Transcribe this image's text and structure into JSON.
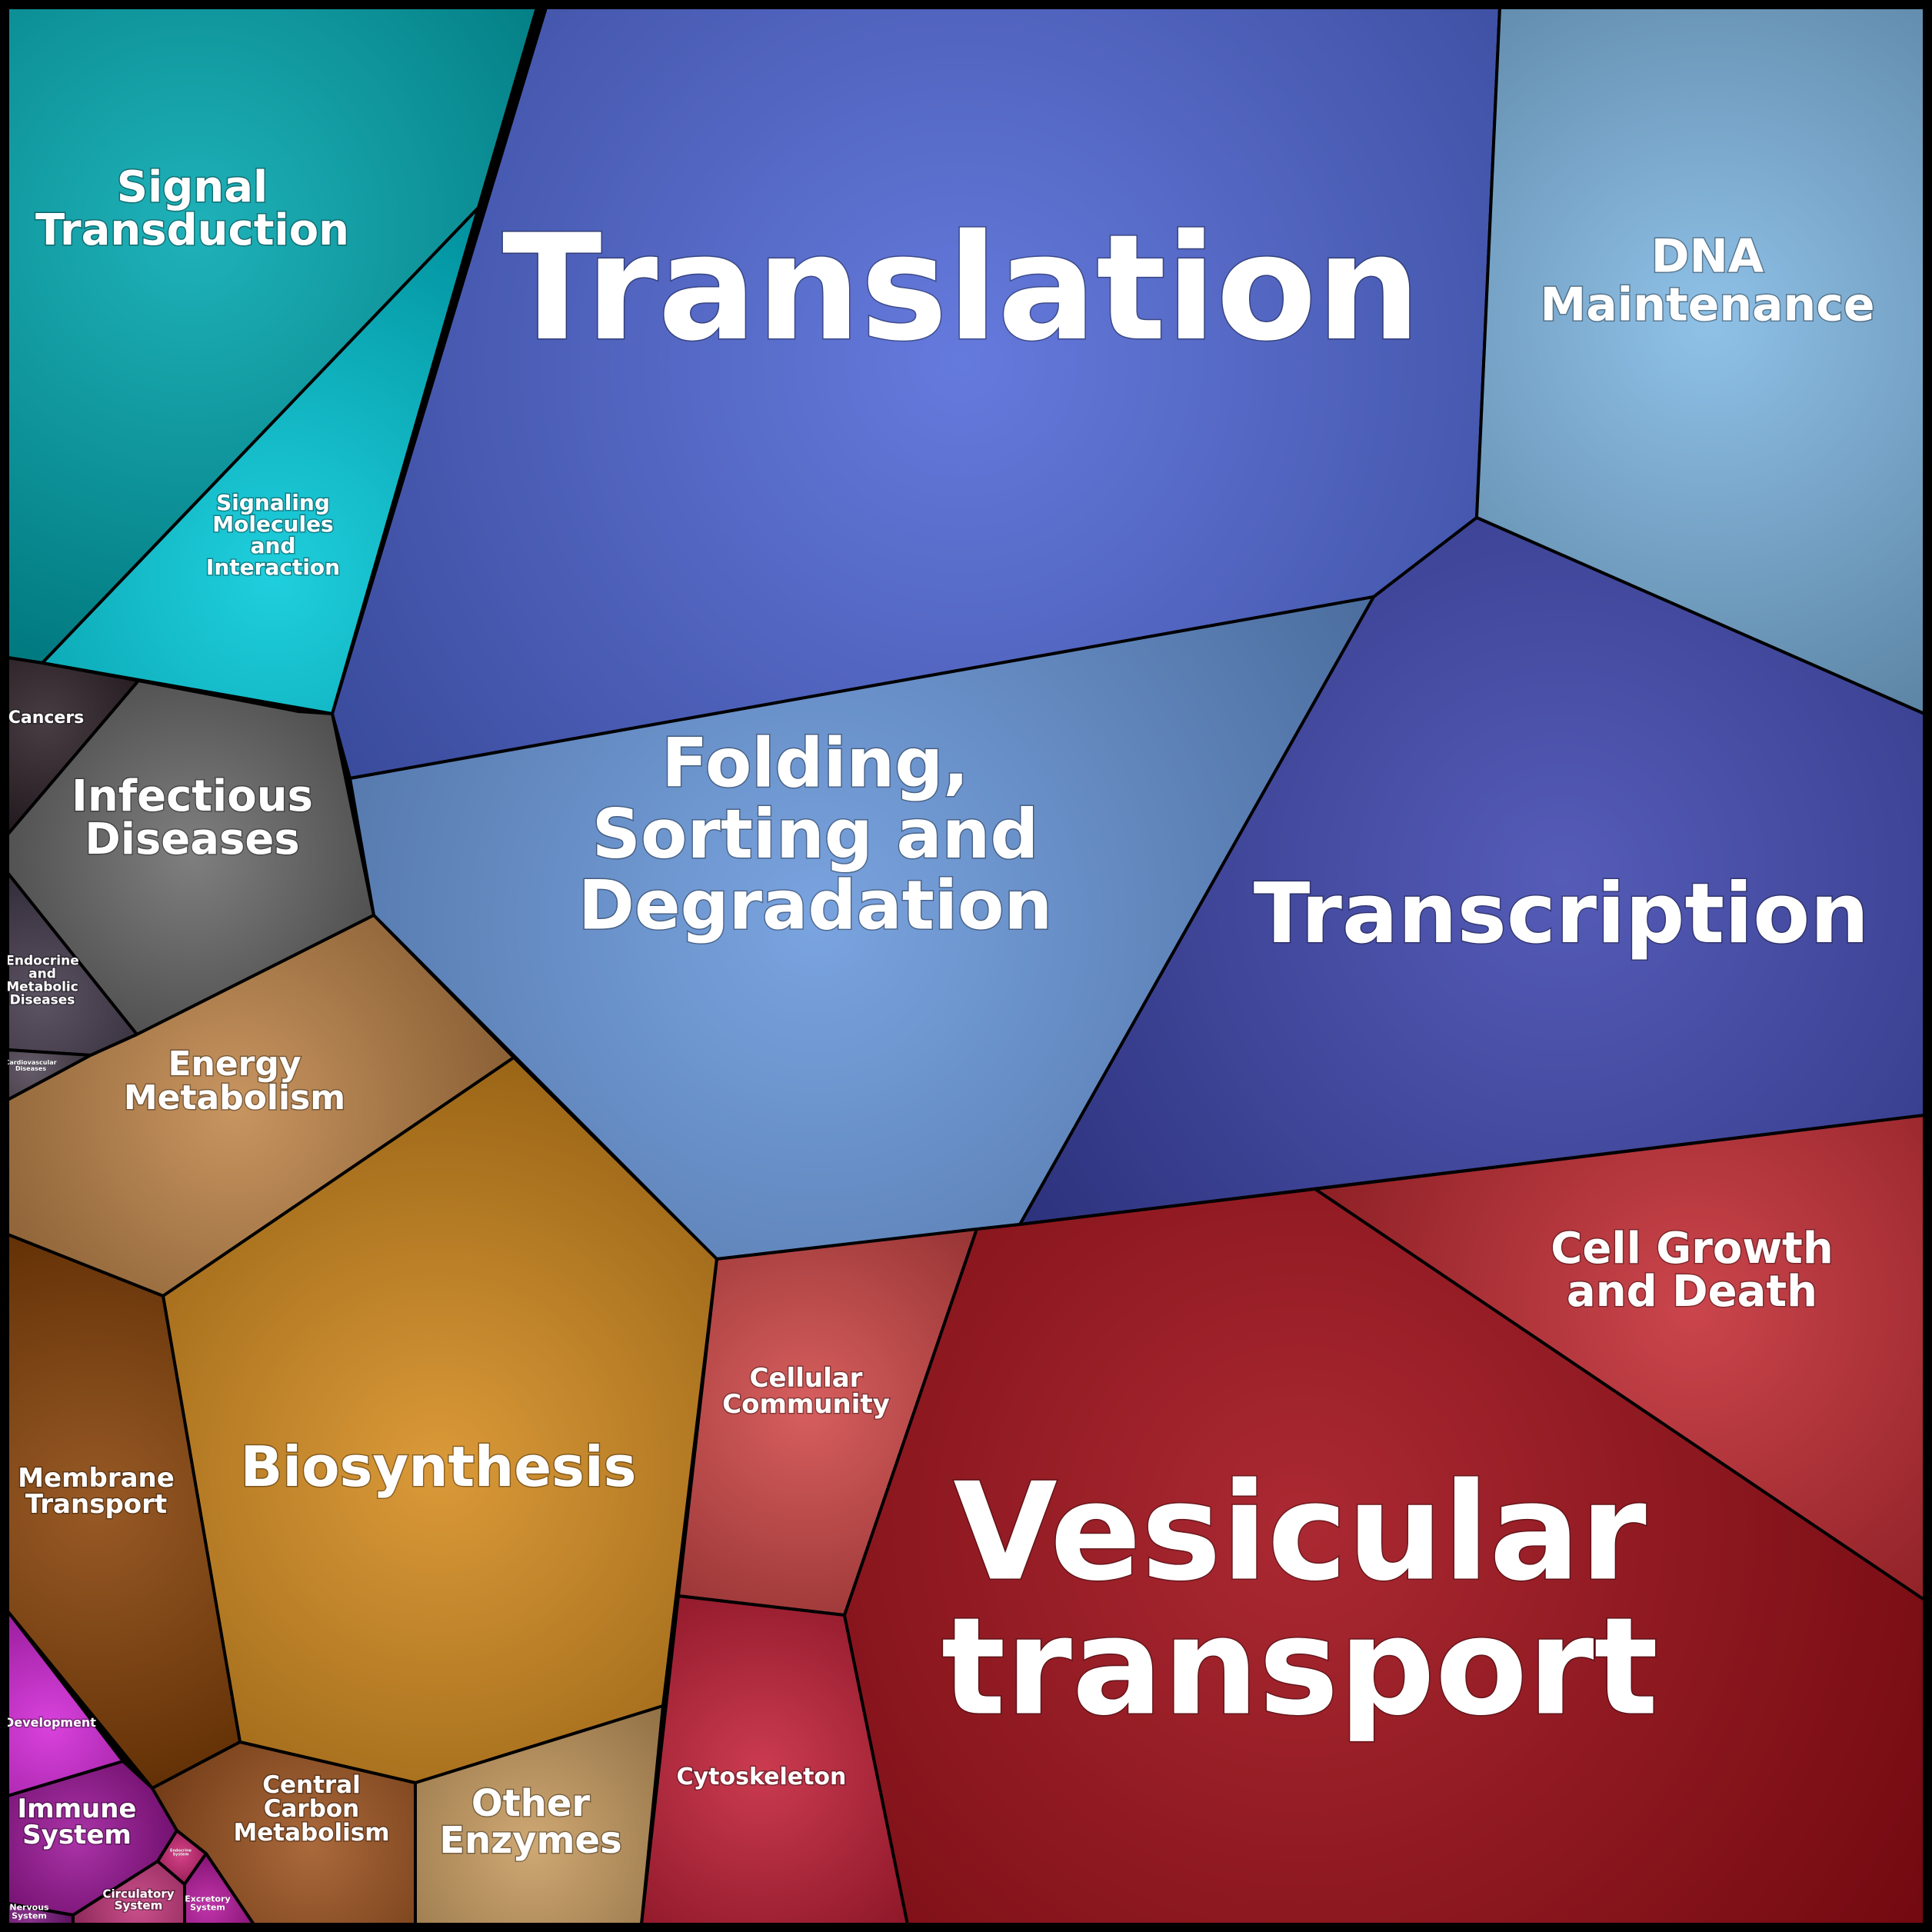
{
  "diagram": {
    "type": "voronoi-treemap",
    "cells": [
      {
        "id": "translation",
        "label": [
          "Translation"
        ],
        "color": "#5068d8"
      },
      {
        "id": "dna-maintenance",
        "label": [
          "DNA",
          "Maintenance"
        ],
        "color": "#80b8e4"
      },
      {
        "id": "transcription",
        "label": [
          "Transcription"
        ],
        "color": "#3e46ae"
      },
      {
        "id": "folding",
        "label": [
          "Folding,",
          "Sorting and",
          "Degradation"
        ],
        "color": "#6898dc"
      },
      {
        "id": "signal-transduction",
        "label": [
          "Signal",
          "Transduction"
        ],
        "color": "#00a8b0"
      },
      {
        "id": "signaling-molecules",
        "label": [
          "Signaling",
          "Molecules",
          "and",
          "Interaction"
        ],
        "color": "#00c8d8"
      },
      {
        "id": "cancers",
        "label": [
          "Cancers"
        ],
        "color": "#2e2228"
      },
      {
        "id": "infectious-diseases",
        "label": [
          "Infectious",
          "Diseases"
        ],
        "color": "#6e6e6e"
      },
      {
        "id": "endocrine-metabolic",
        "label": [
          "Endocrine",
          "and",
          "Metabolic",
          "Diseases"
        ],
        "color": "#463c4e"
      },
      {
        "id": "cardiovascular",
        "label": [
          "Cardiovascular",
          "Diseases"
        ],
        "color": "#504654"
      },
      {
        "id": "energy-metabolism",
        "label": [
          "Energy",
          "Metabolism"
        ],
        "color": "#c0864a"
      },
      {
        "id": "biosynthesis",
        "label": [
          "Biosynthesis"
        ],
        "color": "#d68c1e"
      },
      {
        "id": "membrane-transport",
        "label": [
          "Membrane",
          "Transport"
        ],
        "color": "#8a4408"
      },
      {
        "id": "development",
        "label": [
          "Development"
        ],
        "color": "#d428d8"
      },
      {
        "id": "immune-system",
        "label": [
          "Immune",
          "System"
        ],
        "color": "#a0189c"
      },
      {
        "id": "nervous-system",
        "label": [
          "Nervous",
          "System"
        ],
        "color": "#7c1880"
      },
      {
        "id": "circulatory-system",
        "label": [
          "Circulatory",
          "System"
        ],
        "color": "#c4387c"
      },
      {
        "id": "endocrine-system",
        "label": [
          "Endocrine",
          "System"
        ],
        "color": "#d02878"
      },
      {
        "id": "excretory-system",
        "label": [
          "Excretory",
          "System"
        ],
        "color": "#b81aa0"
      },
      {
        "id": "central-carbon",
        "label": [
          "Central",
          "Carbon",
          "Metabolism"
        ],
        "color": "#9e5420"
      },
      {
        "id": "other-enzymes",
        "label": [
          "Other",
          "Enzymes"
        ],
        "color": "#c89c60"
      },
      {
        "id": "cellular-community",
        "label": [
          "Cellular",
          "Community"
        ],
        "color": "#d24848"
      },
      {
        "id": "cytoskeleton",
        "label": [
          "Cytoskeleton"
        ],
        "color": "#c42038"
      },
      {
        "id": "vesicular-transport",
        "label": [
          "Vesicular",
          "transport"
        ],
        "color": "#a00c16"
      },
      {
        "id": "cell-growth-death",
        "label": [
          "Cell Growth",
          "and Death"
        ],
        "color": "#c42c34"
      }
    ]
  }
}
